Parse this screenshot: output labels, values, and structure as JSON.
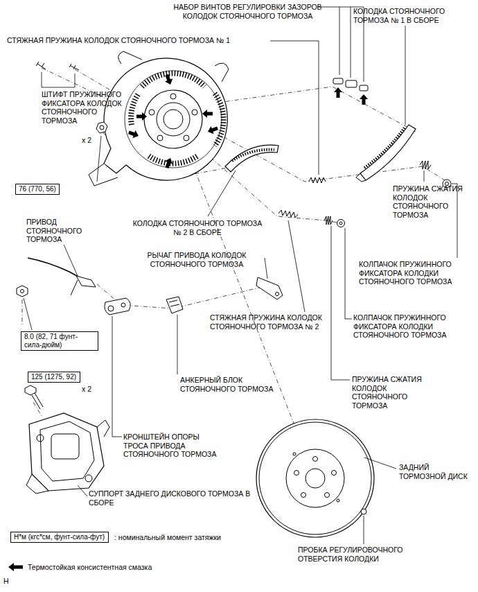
{
  "diagram": {
    "nodes": [
      {
        "text": [
          "76 (770, 56)"
        ]
      },
      {
        "text": [
          "8.0 (82, 71 фунт-сила-дюйм)"
        ]
      },
      {
        "text": [
          "125 (1275, 92)"
        ]
      },
      {
        "text": [
          "Н*м (кгс*см, фунт-сила-фут)"
        ]
      }
    ],
    "labels": [
      "НАБОР ВИНТОВ РЕГУЛИРОВКИ ЗАЗОРОВ КОЛОДОК СТОЯНОЧНОГО ТОРМОЗА",
      "КОЛОДКА СТОЯНОЧНОГО ТОРМОЗА № 1 В СБОРЕ",
      "СТЯЖНАЯ ПРУЖИНА КОЛОДОК СТОЯНОЧНОГО ТОРМОЗА № 1",
      "ШТИФТ ПРУЖИННОГО ФИКСАТОРА КОЛОДОК СТОЯНОЧНОГО ТОРМОЗА",
      "x 2",
      "ПРУЖИНА СЖАТИЯ КОЛОДОК СТОЯНОЧНОГО ТОРМОЗА",
      "ПРИВОД СТОЯНОЧНОГО ТОРМОЗА",
      "КОЛОДКА СТОЯНОЧНОГО ТОРМОЗА № 2 В СБОРЕ",
      "РЫЧАГ ПРИВОДА КОЛОДОК СТОЯНОЧНОГО ТОРМОЗА",
      "КОЛПАЧОК ПРУЖИННОГО ФИКСАТОРА КОЛОДКИ СТОЯНОЧНОГО ТОРМОЗА",
      "СТЯЖНАЯ ПРУЖИНА КОЛОДОК СТОЯНОЧНОГО ТОРМОЗА № 2",
      "КОЛПАЧОК ПРУЖИННОГО ФИКСАТОРА КОЛОДКИ СТОЯНОЧНОГО ТОРМОЗА",
      "x 2",
      "АНКЕРНЫЙ БЛОК СТОЯНОЧНОГО ТОРМОЗА",
      "ПРУЖИНА СЖАТИЯ КОЛОДОК СТОЯНОЧНОГО ТОРМОЗА",
      "КРОНШТЕЙН ОПОРЫ ТРОСА ПРИВОДА СТОЯНОЧНОГО ТОРМОЗА",
      "ЗАДНИЙ ТОРМОЗНОЙ ДИСК",
      "СУППОРТ ЗАДНЕГО ДИСКОВОГО ТОРМОЗА В СБОРЕ",
      ": номинальный момент затяжки",
      "ПРОБКА РЕГУЛИРОВОЧНОГО ОТВЕРСТИЯ КОЛОДКИ",
      "H"
    ],
    "legend": [
      {
        "text": "Термостойкая консистентная смазка"
      }
    ]
  }
}
